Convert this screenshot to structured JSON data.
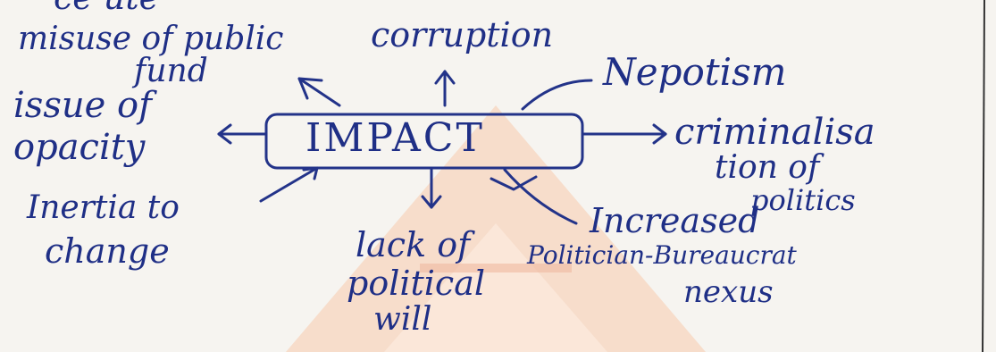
{
  "diagram": {
    "ink_color": "#233389",
    "watermark_color": "#f3c9b0",
    "center": {
      "text": "IMPACT"
    },
    "top_cropped": {
      "left": "ce ute",
      "right": ""
    },
    "branches": {
      "misuse": {
        "line1": "misuse of public",
        "line2": "fund"
      },
      "corruption": {
        "text": "corruption"
      },
      "nepotism": {
        "text": "Nepotism"
      },
      "opacity": {
        "line1": "issue of",
        "line2": "opacity"
      },
      "criminalisation": {
        "line1": "criminalisa",
        "line2": "tion of",
        "line3": "politics"
      },
      "inertia": {
        "line1": "Inertia to",
        "line2": "change"
      },
      "political_will": {
        "line1": "lack of",
        "line2": "political",
        "line3": "will"
      },
      "nexus": {
        "line1": "Increased",
        "line2": "Politician-Bureaucrat",
        "line3": "nexus"
      }
    }
  }
}
